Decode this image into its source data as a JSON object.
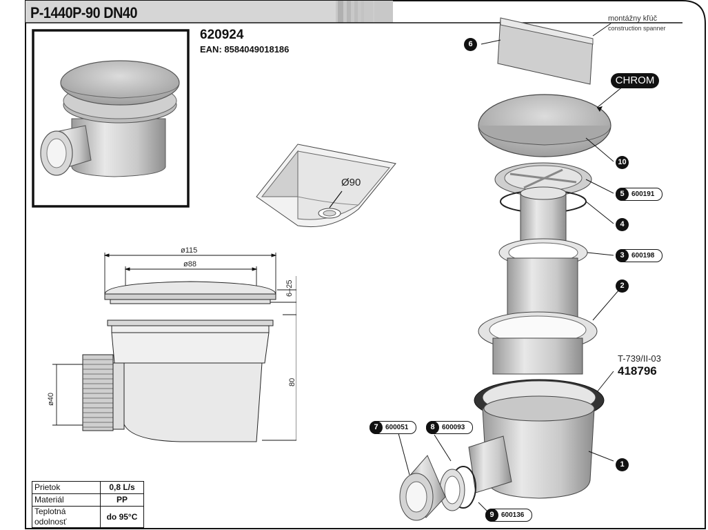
{
  "header": {
    "title": "P-1440P-90 DN40"
  },
  "product": {
    "code": "620924",
    "ean": "EAN: 8584049018186"
  },
  "dimensions": {
    "d115": "ø115",
    "d88": "ø88",
    "range": "6–25",
    "height": "80",
    "d40": "ø40"
  },
  "hole": {
    "label": "Ø90"
  },
  "spanner": {
    "label_sk": "montážny kľúč",
    "label_en": "construction spanner"
  },
  "finish": {
    "label": "CHROM"
  },
  "reference": {
    "norm": "T-739/II-03",
    "code": "418796"
  },
  "parts": [
    {
      "num": "1",
      "code": ""
    },
    {
      "num": "2",
      "code": ""
    },
    {
      "num": "3",
      "code": "600198"
    },
    {
      "num": "4",
      "code": ""
    },
    {
      "num": "5",
      "code": "600191"
    },
    {
      "num": "6",
      "code": ""
    },
    {
      "num": "7",
      "code": "600051"
    },
    {
      "num": "8",
      "code": "600093"
    },
    {
      "num": "9",
      "code": "600136"
    },
    {
      "num": "10",
      "code": ""
    }
  ],
  "specs": [
    {
      "label": "Prietok",
      "value": "0,8 L/s"
    },
    {
      "label": "Materiál",
      "value": "PP"
    },
    {
      "label": "Teplotná odolnosť",
      "value": "do 95°C"
    }
  ],
  "colors": {
    "line": "#111111",
    "metal_light": "#e2e2e2",
    "metal_mid": "#bdbdbd",
    "metal_dark": "#8f8f8f",
    "header_stripe": "#c8c8c8"
  }
}
